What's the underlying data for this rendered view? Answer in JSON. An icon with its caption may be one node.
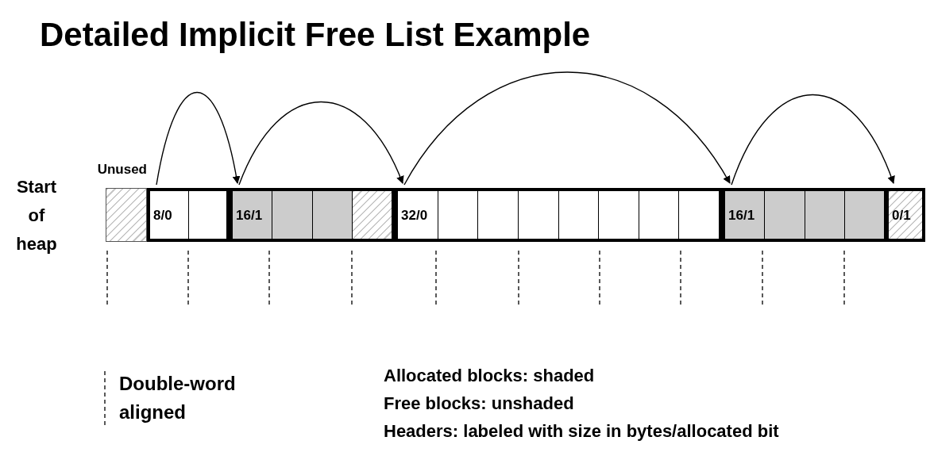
{
  "diagram": {
    "title": "Detailed Implicit Free List Example",
    "nodes": [
      {
        "text": [
          "Unused"
        ]
      },
      {
        "text": [
          "8/0"
        ]
      },
      {
        "text": [
          "16/1"
        ]
      },
      {
        "text": [
          "32/0"
        ]
      },
      {
        "text": [
          "16/1"
        ]
      },
      {
        "text": [
          "0/1"
        ]
      }
    ],
    "edges": [
      {
        "from": 1,
        "to": 2,
        "arrow": "to"
      },
      {
        "from": 2,
        "to": 3,
        "arrow": "to"
      },
      {
        "from": 3,
        "to": 4,
        "arrow": "to"
      },
      {
        "from": 4,
        "to": 5,
        "arrow": "to"
      }
    ],
    "labels": [
      "Start of heap",
      "Allocated blocks: shaded",
      "Free blocks: unshaded",
      "Headers: labeled with size in bytes/allocated bit"
    ],
    "legend": [
      {
        "text": "Double-word aligned"
      }
    ]
  }
}
